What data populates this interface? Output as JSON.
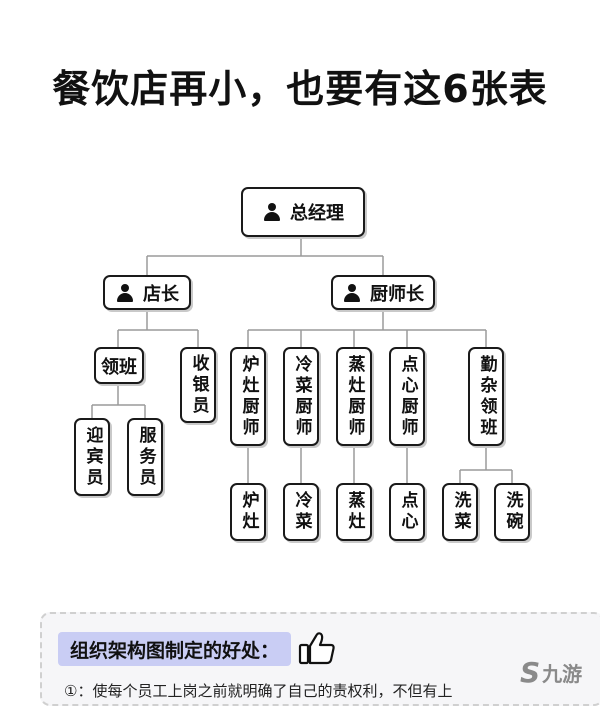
{
  "title": "餐饮店再小，也要有这6张表",
  "org": {
    "root": "总经理",
    "store_manager": "店长",
    "head_chef": "厨师长",
    "foreman": "领班",
    "cashier": "收银员",
    "greeter": "迎宾员",
    "server": "服务员",
    "stove_chef": "炉灶厨师",
    "cold_chef": "冷菜厨师",
    "steam_chef": "蒸灶厨师",
    "pastry_chef": "点心厨师",
    "misc_team": "勤杂领班",
    "stove": "炉灶",
    "cold": "冷菜",
    "steam": "蒸灶",
    "pastry": "点心",
    "veg_wash": "洗菜",
    "dish_wash": "洗碗"
  },
  "panel": {
    "heading": "组织架构图制定的好处：",
    "line1": "①：使每个员工上岗之前就明确了自己的责权利，不但有上"
  },
  "watermark": "九游",
  "colors": {
    "panel_heading_bg": "#c9cdf4",
    "panel_bg": "#f6f6f8"
  }
}
